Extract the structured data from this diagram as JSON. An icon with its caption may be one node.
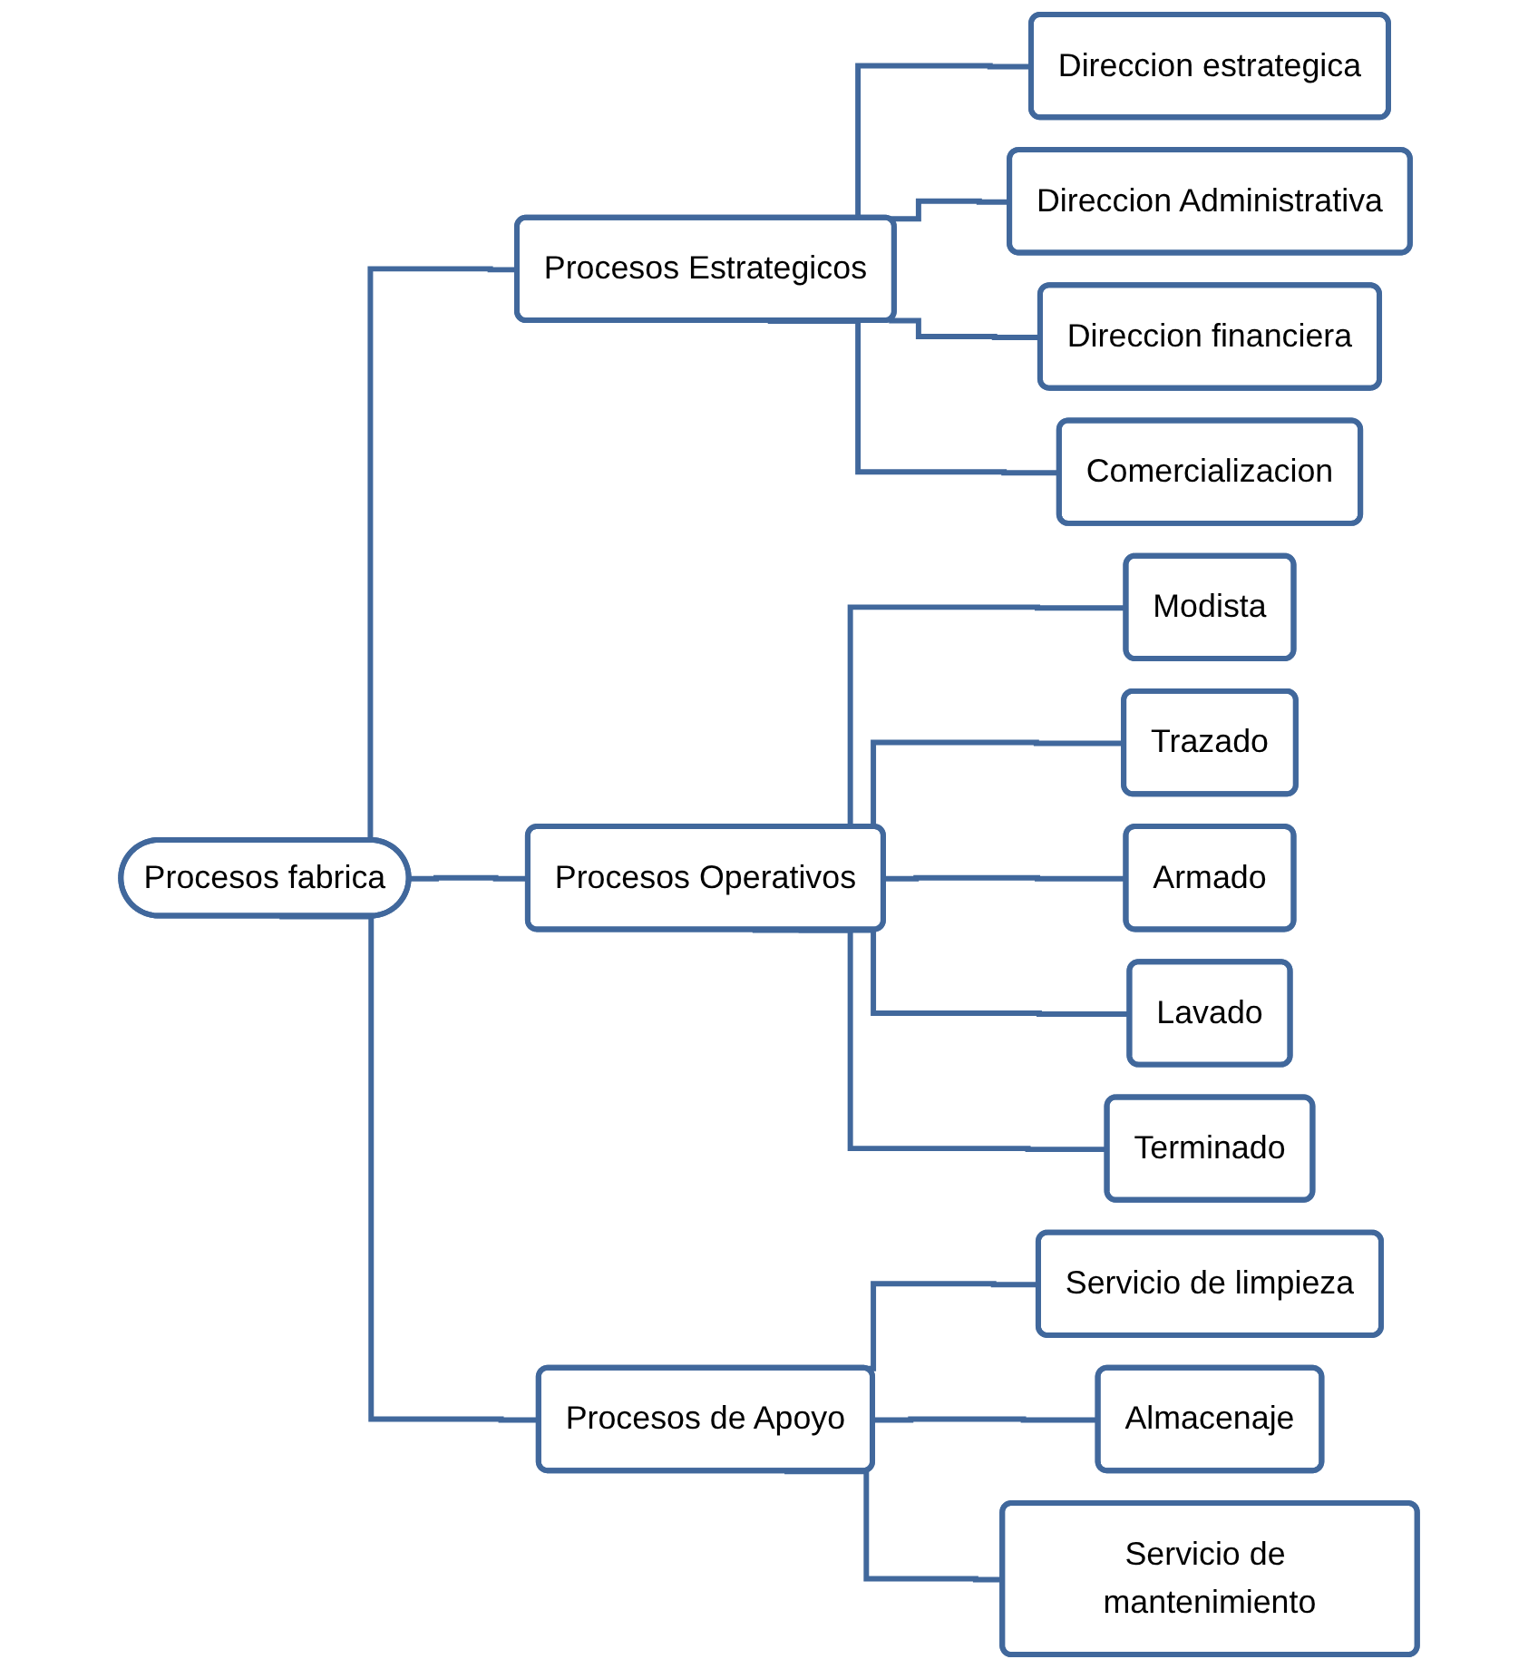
{
  "diagram": {
    "nodes": [
      {
        "text": [
          "Procesos fabrica"
        ]
      },
      {
        "text": [
          "Procesos Estrategicos"
        ]
      },
      {
        "text": [
          "Procesos Operativos"
        ]
      },
      {
        "text": [
          "Procesos de Apoyo"
        ]
      },
      {
        "text": [
          "Direccion estrategica"
        ]
      },
      {
        "text": [
          "Direccion Administrativa"
        ]
      },
      {
        "text": [
          "Direccion financiera"
        ]
      },
      {
        "text": [
          "Comercializacion"
        ]
      },
      {
        "text": [
          "Modista"
        ]
      },
      {
        "text": [
          "Trazado"
        ]
      },
      {
        "text": [
          "Armado"
        ]
      },
      {
        "text": [
          "Lavado"
        ]
      },
      {
        "text": [
          "Terminado"
        ]
      },
      {
        "text": [
          "Servicio de limpieza"
        ]
      },
      {
        "text": [
          "Almacenaje"
        ]
      },
      {
        "text": [
          "Servicio de mantenimiento"
        ]
      }
    ],
    "edges": [
      {
        "from": 0,
        "to": 1,
        "arrow": "none"
      },
      {
        "from": 0,
        "to": 2,
        "arrow": "none"
      },
      {
        "from": 0,
        "to": 3,
        "arrow": "none"
      },
      {
        "from": 1,
        "to": 4,
        "arrow": "none"
      },
      {
        "from": 1,
        "to": 5,
        "arrow": "none"
      },
      {
        "from": 1,
        "to": 6,
        "arrow": "none"
      },
      {
        "from": 1,
        "to": 7,
        "arrow": "none"
      },
      {
        "from": 2,
        "to": 8,
        "arrow": "none"
      },
      {
        "from": 2,
        "to": 9,
        "arrow": "none"
      },
      {
        "from": 2,
        "to": 10,
        "arrow": "none"
      },
      {
        "from": 2,
        "to": 11,
        "arrow": "none"
      },
      {
        "from": 2,
        "to": 12,
        "arrow": "none"
      },
      {
        "from": 3,
        "to": 13,
        "arrow": "none"
      },
      {
        "from": 3,
        "to": 14,
        "arrow": "none"
      },
      {
        "from": 3,
        "to": 15,
        "arrow": "none"
      }
    ]
  }
}
